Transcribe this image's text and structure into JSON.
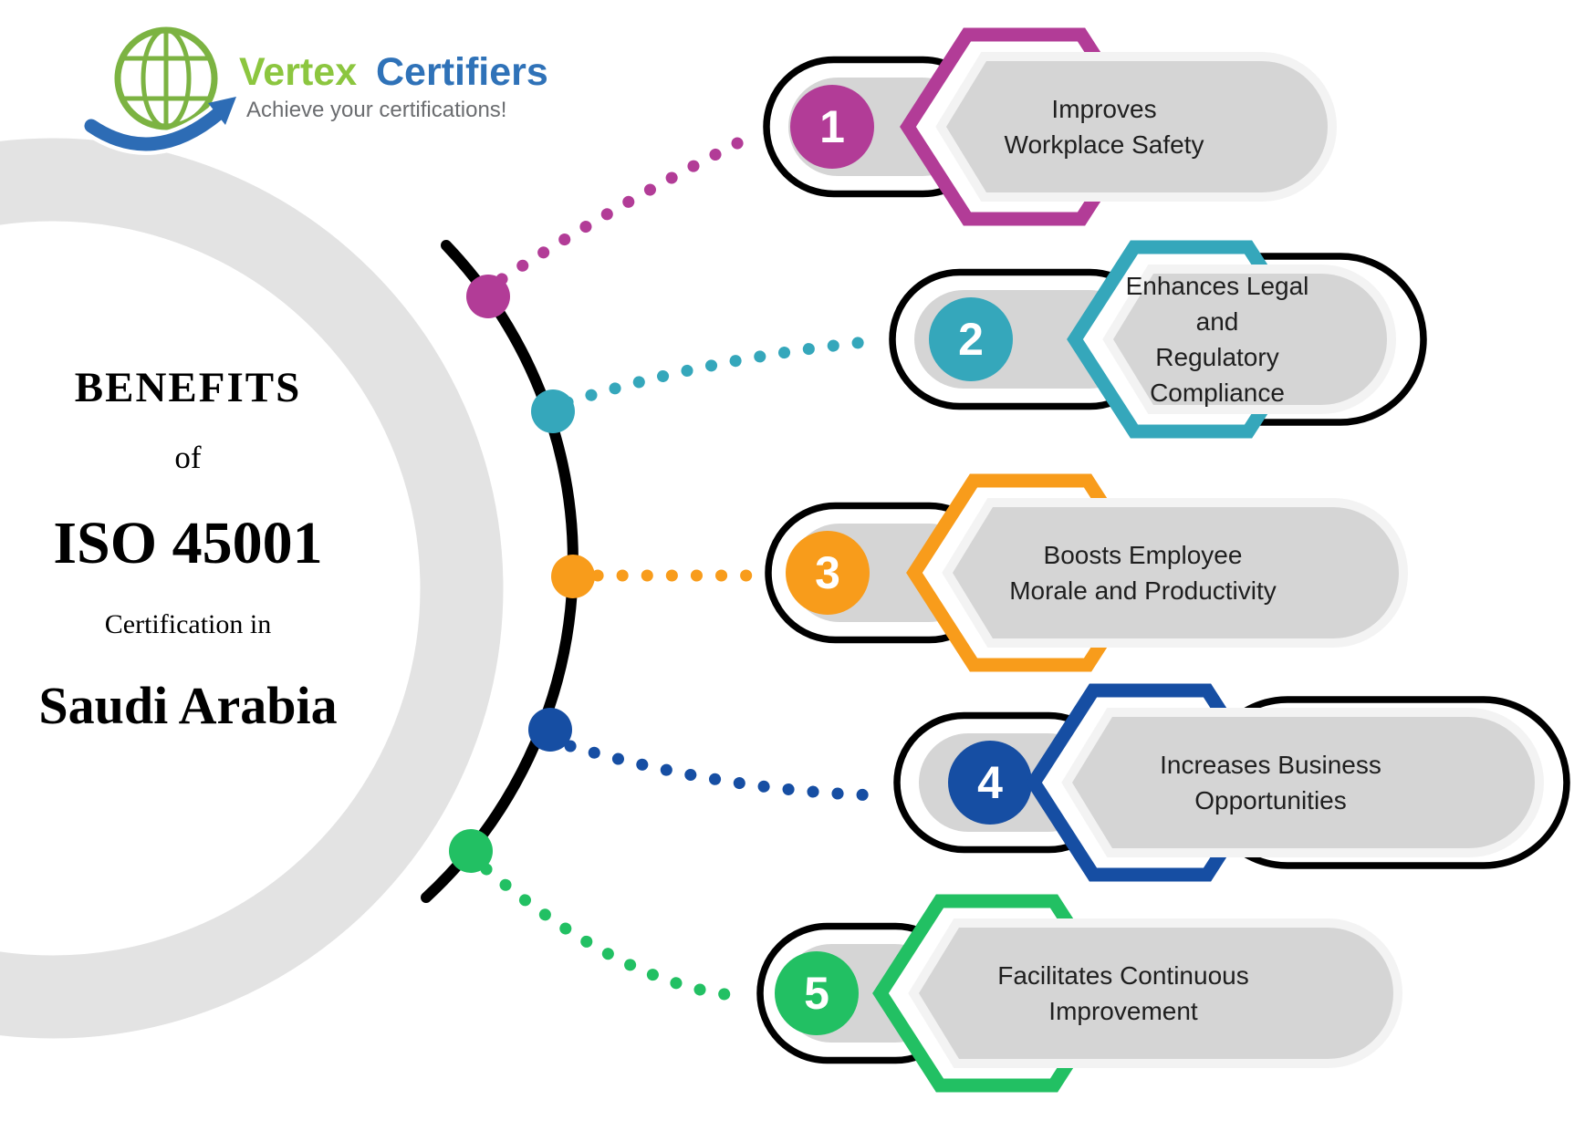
{
  "logo": {
    "brand": {
      "word1": "Vertex",
      "word2": "Certifiers"
    },
    "tagline": "Achieve your certifications!",
    "colors": {
      "word1": "#8cc63f",
      "word2": "#2f72b8",
      "globe": "#7cb342",
      "arrow": "#2d6cb5",
      "tagline": "#6b6d70"
    }
  },
  "title": {
    "lines": [
      "BENEFITS",
      "of",
      "ISO 45001",
      "Certification in",
      "Saudi Arabia"
    ]
  },
  "benefits": [
    {
      "number": "1",
      "lines": [
        "Improves",
        "Workplace Safety"
      ],
      "color": "#b23c97"
    },
    {
      "number": "2",
      "lines": [
        "Enhances Legal and",
        "Regulatory Compliance"
      ],
      "color": "#35a7bb"
    },
    {
      "number": "3",
      "lines": [
        "Boosts Employee",
        "Morale and Productivity"
      ],
      "color": "#f89c1b"
    },
    {
      "number": "4",
      "lines": [
        "Increases Business",
        "Opportunities"
      ],
      "color": "#164ea3"
    },
    {
      "number": "5",
      "lines": [
        "Facilitates Continuous",
        "Improvement"
      ],
      "color": "#22c063"
    }
  ],
  "palette": {
    "panel_gray": "#d5d5d5",
    "panel_halo": "#f3f3f3",
    "ring_gray": "#e3e3e3",
    "spine_black": "#000000",
    "text_dark": "#1f1f1f"
  }
}
